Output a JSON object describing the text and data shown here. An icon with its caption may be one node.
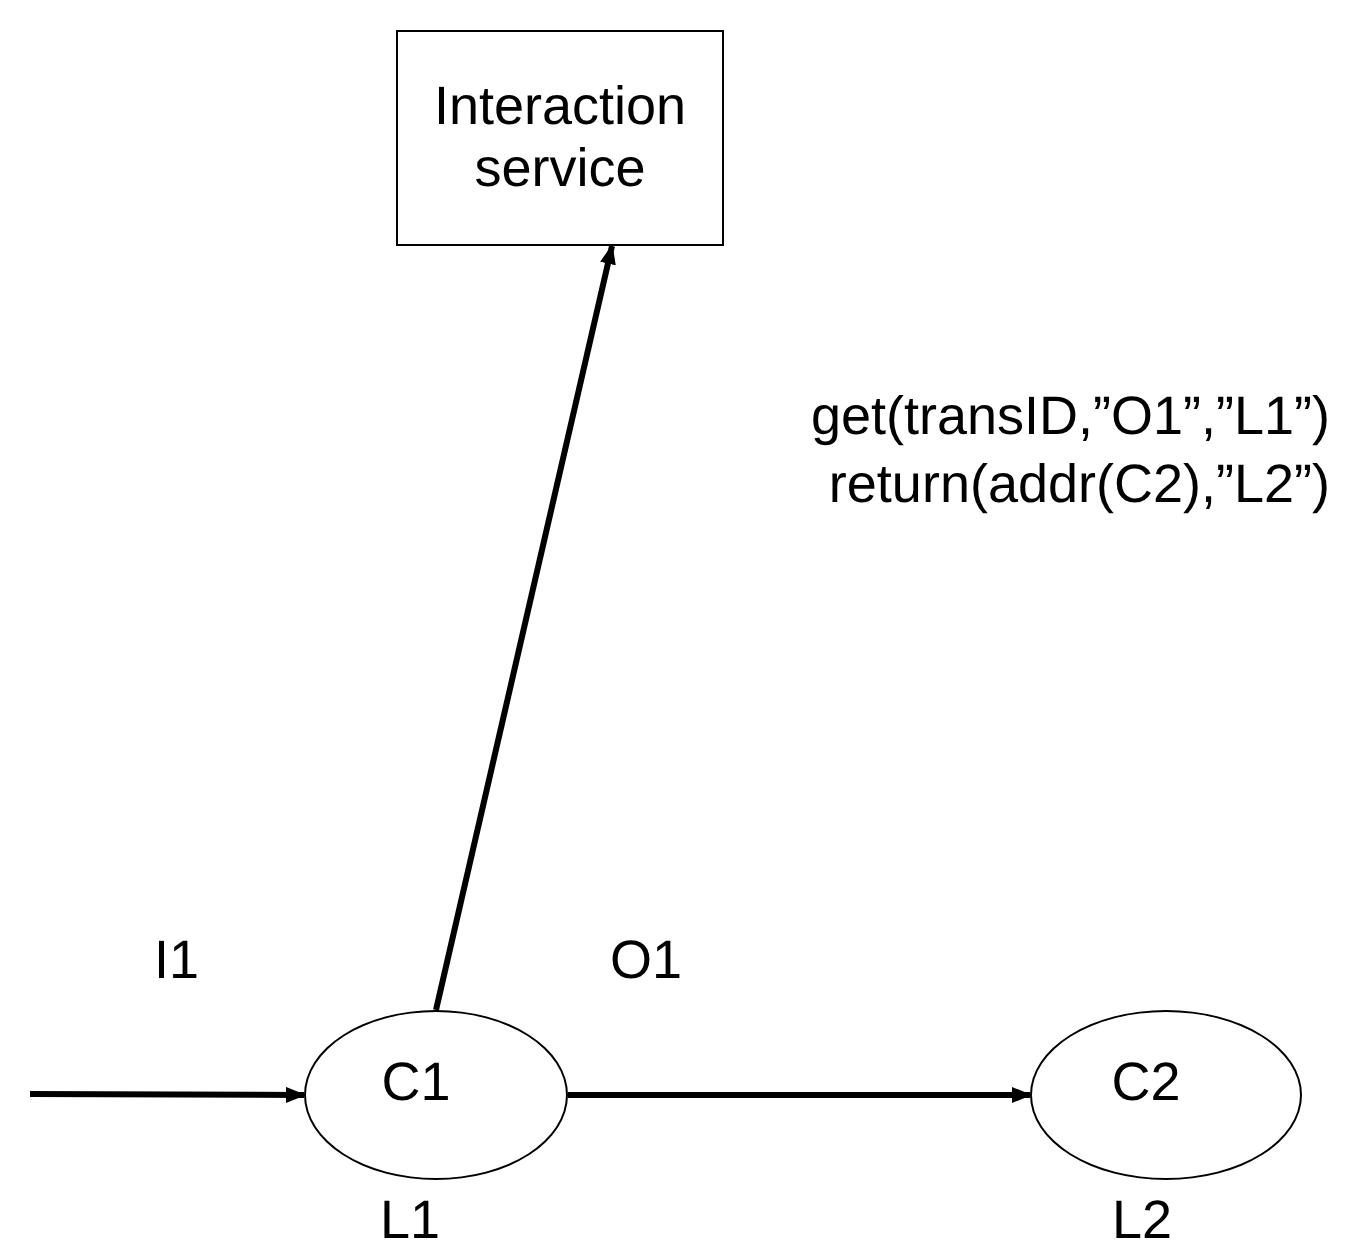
{
  "diagram": {
    "nodes": [
      {
        "text": [
          "Interaction service"
        ]
      },
      {
        "text": [
          "C1"
        ],
        "beside": [
          "L1"
        ]
      },
      {
        "text": [
          "C2"
        ],
        "beside": [
          "L2"
        ]
      }
    ],
    "edges": [
      {
        "from": null,
        "to": 1,
        "arrow": "to"
      },
      {
        "from": 1,
        "to": 0,
        "arrow": "to"
      },
      {
        "from": 1,
        "to": 2,
        "arrow": "to"
      }
    ],
    "labels": [
      "get(transID,”O1”,”L1”)",
      "return(addr(C2),”L2”)",
      "I1",
      "O1"
    ]
  }
}
